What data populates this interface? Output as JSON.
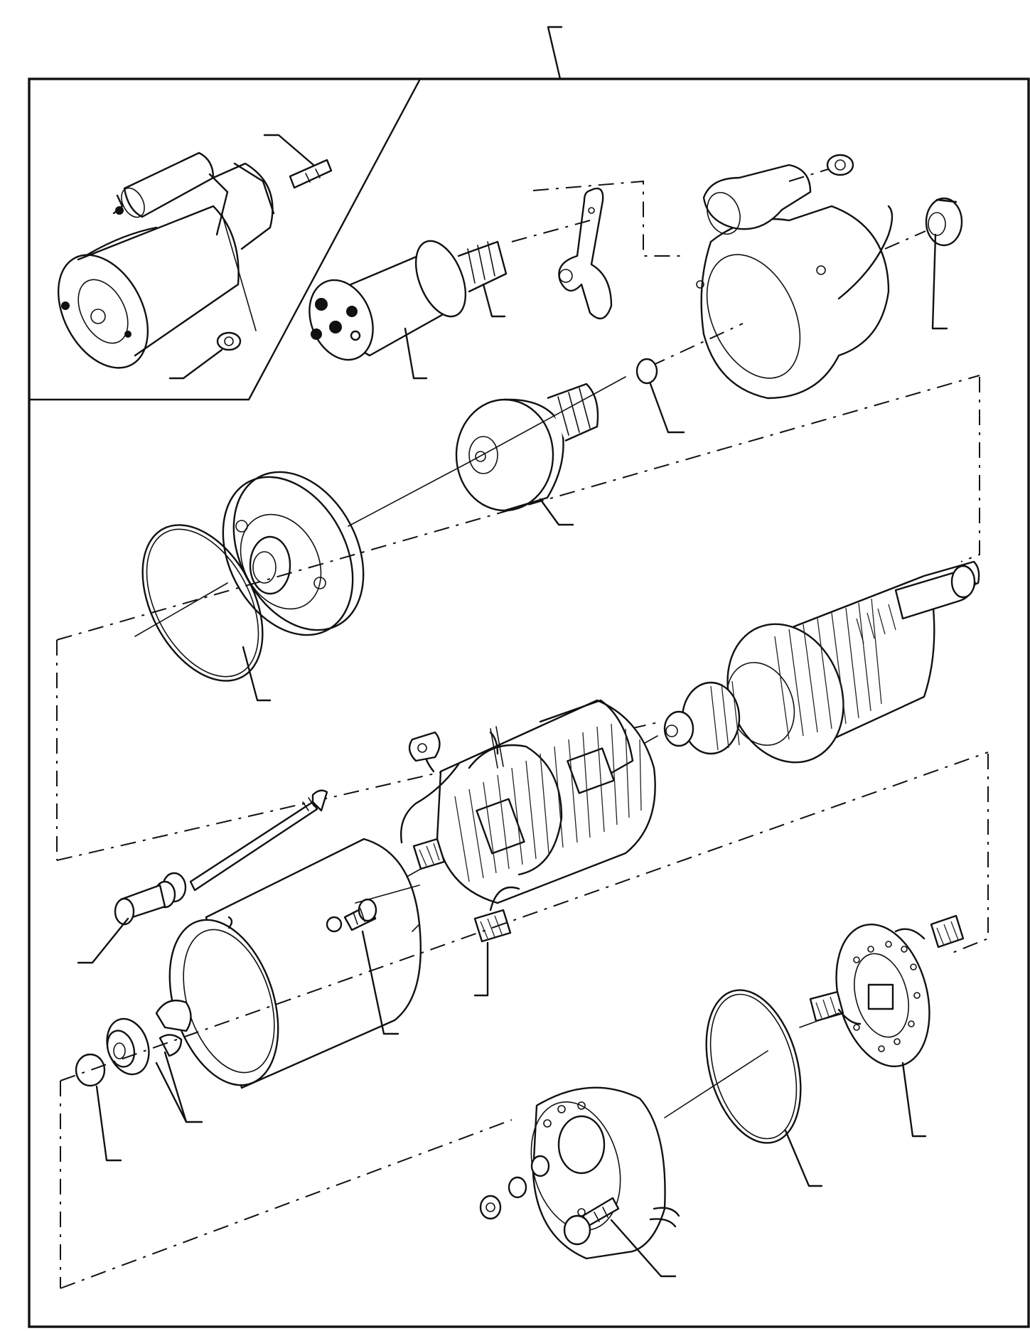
{
  "figure": {
    "kind": "exploded-parts-view",
    "subject": "starter-motor",
    "callouts": 18,
    "callout_labels_printed": false
  }
}
